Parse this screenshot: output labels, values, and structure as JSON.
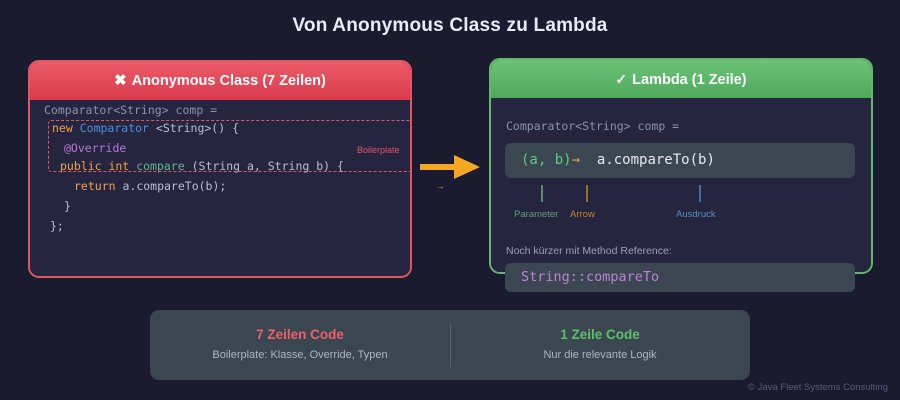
{
  "title": "Von Anonymous Class zu Lambda",
  "left_panel": {
    "header_icon": "✖",
    "header_label": "Anonymous Class (7 Zeilen)",
    "code": {
      "line1": "Comparator<String> comp =",
      "line2_kw": "new",
      "line2_type": "Comparator",
      "line2_rest": "<String>() {",
      "line3": "@Override",
      "line4_kw": "public int",
      "line4_name": "compare",
      "line4_rest": "(String a, String b) {",
      "line5_kw": "return",
      "line5_rest": " a.compareTo(b);",
      "line6": "}",
      "line7": "};"
    },
    "boilerplate_label": "Boilerplate"
  },
  "arrow": {
    "glyph": "→",
    "mini_glyph": "→",
    "color": "#f5a623"
  },
  "right_panel": {
    "header_icon": "✓",
    "header_label": "Lambda (1 Zeile)",
    "signature": "Comparator<String> comp =",
    "lambda": {
      "params": "(a, b)",
      "arrow": "→",
      "expression": "a.compareTo(b)"
    },
    "annotations": [
      {
        "label": "Parameter",
        "color": "#5aa37a"
      },
      {
        "label": "Arrow",
        "color": "#c2892f"
      },
      {
        "label": "Ausdruck",
        "color": "#5a8ec4"
      }
    ],
    "method_reference_title": "Noch kürzer mit Method Reference:",
    "method_reference_code": "String::compareTo"
  },
  "summary": {
    "left": {
      "headline": "7 Zeilen Code",
      "detail": "Boilerplate: Klasse, Override, Typen",
      "color": "#ef5f6c"
    },
    "right": {
      "headline": "1 Zeile Code",
      "detail": "Nur die relevante Logik",
      "color": "#5cc06b"
    }
  },
  "footer": "© Java Fleet Systems Consulting"
}
